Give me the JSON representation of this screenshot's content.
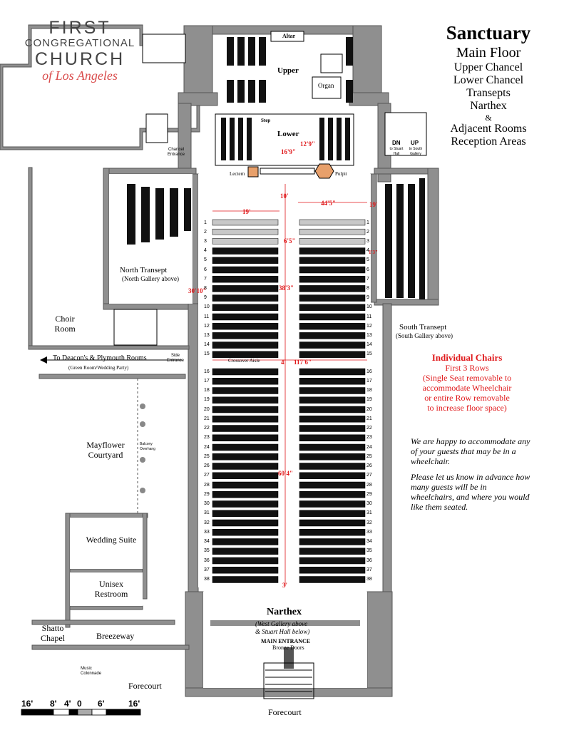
{
  "logo": {
    "line1": "FIRST",
    "line2": "CONGREGATIONAL",
    "line3": "CHURCH",
    "line4": "of Los Angeles"
  },
  "title": {
    "heading": "Sanctuary",
    "subheading": "Main Floor",
    "items": [
      "Upper Chancel",
      "Lower Chancel",
      "Transepts",
      "Narthex"
    ],
    "ampersand": "&",
    "items2": [
      "Adjacent Rooms",
      "Reception Areas"
    ]
  },
  "rooms": {
    "altar": "Altar",
    "upper": "Upper",
    "organ": "Organ",
    "step": "Step",
    "lower": "Lower",
    "lectern": "Lectern",
    "pulpit": "Pulpit",
    "chancel_entrance": "Chancel Entrance",
    "north_transept": "North Transept",
    "north_transept_note": "(North Gallery above)",
    "south_transept": "South Transept",
    "south_transept_note": "(South Gallery above)",
    "choir_room": "Choir Room",
    "deacons": "To Deacon's & Plymouth Rooms",
    "deacons_note": "(Green Room/Wedding Party)",
    "side_entrance": "Side Entrance",
    "crossover_aisle": "Crossover Aisle",
    "mayflower": "Mayflower Courtyard",
    "balcony_overhang": "Balcony Overhang",
    "wedding_suite": "Wedding Suite",
    "unisex_restroom": "Unisex Restroom",
    "shatto_chapel": "Shatto Chapel",
    "breezeway": "Breezeway",
    "music_colonnade": "Music Colonnade",
    "forecourt_left": "Forecourt",
    "forecourt_bottom": "Forecourt",
    "narthex": "Narthex",
    "narthex_note1": "(West Gallery above",
    "narthex_note2": "& Stuart Hall below)",
    "main_entrance": "MAIN ENTRANCE",
    "bronze_doors": "Bronze Doors",
    "dn": "DN",
    "up": "UP",
    "to_stuart_hall": "to Stuart Hall",
    "to_south_gallery": "to South Gallery"
  },
  "dimensions": {
    "chancel_depth": "12'9\"",
    "chancel_width": "16'9\"",
    "aisle_top": "10'",
    "right_block": "44'5\"",
    "right_side": "19'",
    "left_block": "19'",
    "row_depth": "6'5\"",
    "small": "1'3\"",
    "nave_section": "38'3\"",
    "transept": "30'10\"",
    "crossover": "4'",
    "length": "117'6\"",
    "rear_section": "60'4\"",
    "rear_aisle": "3'"
  },
  "rows": {
    "chair_rows": [
      1,
      2,
      3
    ],
    "pew_rows_front": [
      4,
      5,
      6,
      7,
      8,
      9,
      10,
      11,
      12,
      13,
      14,
      15
    ],
    "pew_rows_back": [
      16,
      17,
      18,
      19,
      20,
      21,
      22,
      23,
      24,
      25,
      26,
      27,
      28,
      29,
      30,
      31,
      32,
      33,
      34,
      35,
      36,
      37,
      38
    ]
  },
  "individual_chairs": {
    "heading": "Individual Chairs",
    "line1": "First 3 Rows",
    "line2": "(Single Seat removable to",
    "line3": "accommodate Wheelchair",
    "line4": "or entire Row removable",
    "line5": "to increase floor space)"
  },
  "note": {
    "p1": "We are happy to accommodate any of your guests that may be in a wheelchair.",
    "p2": "Please let us know in advance how many guests will be in wheelchairs, and where you would like them seated."
  },
  "scale": {
    "labels": [
      "16'",
      "8'",
      "4'",
      "0",
      "6'",
      "16'"
    ]
  },
  "colors": {
    "wall": "#8c8c8c",
    "pew": "#111111",
    "chair": "#c8c8c8",
    "dimension": "#e0191b",
    "accent": "#ec2a8c"
  }
}
